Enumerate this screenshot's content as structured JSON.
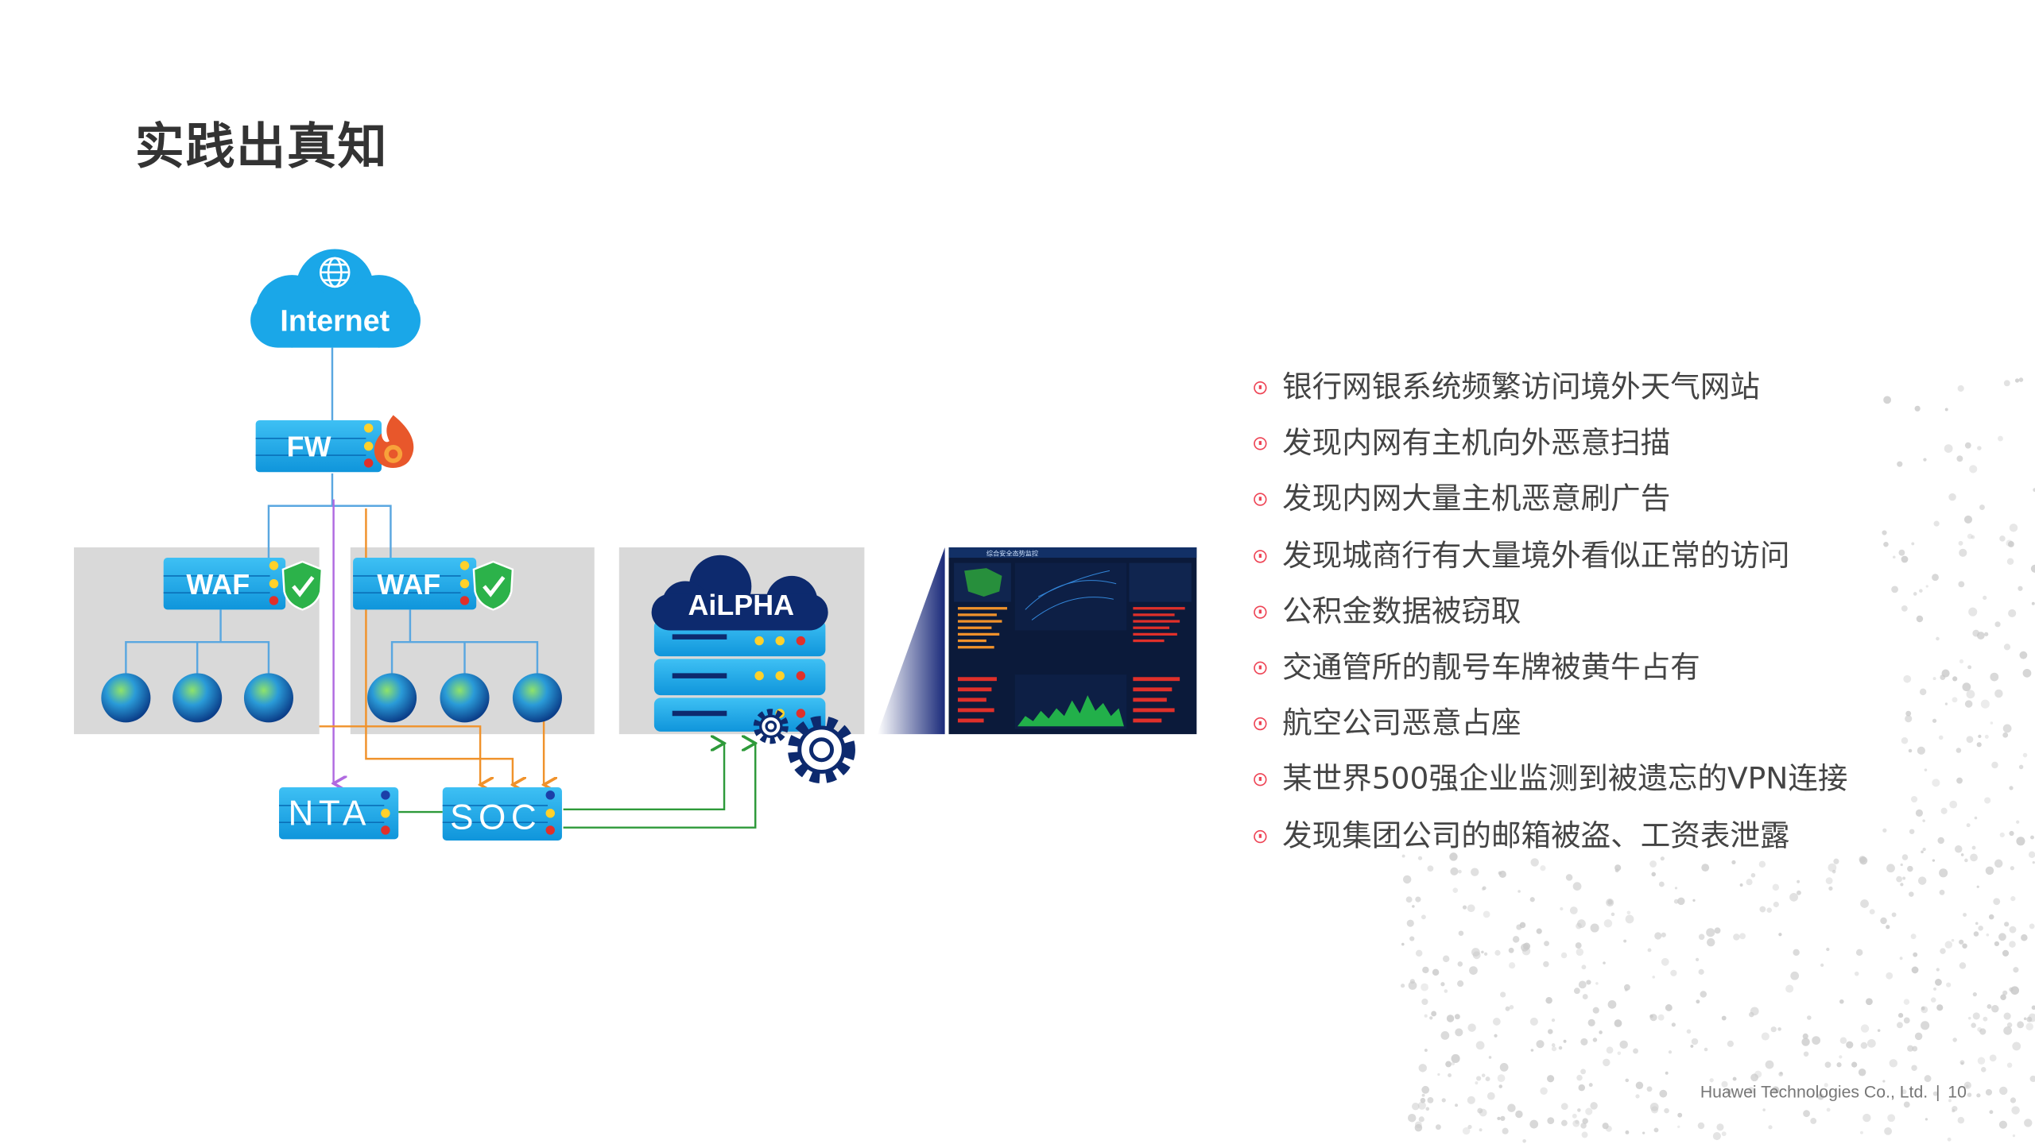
{
  "page": {
    "title": "实践出真知",
    "footer_company": "Huawei Technologies Co., Ltd.",
    "footer_sep": "|",
    "page_number": "10"
  },
  "diagram": {
    "internet_label": "Internet",
    "fw_label": "FW",
    "waf_label": "WAF",
    "nta_label": "NTA",
    "soc_label": "SOC",
    "ailpha_label": "AiLPHA",
    "dashboard_title": "综合安全态势监控"
  },
  "bullets": [
    "银行网银系统频繁访问境外天气网站",
    "发现内网有主机向外恶意扫描",
    "发现内网大量主机恶意刷广告",
    "发现城商行有大量境外看似正常的访问",
    "公积金数据被窃取",
    "交通管所的靓号车牌被黄牛占有",
    "航空公司恶意占座",
    "某世界500强企业监测到被遗忘的VPN连接",
    "发现集团公司的邮箱被盗、工资表泄露"
  ],
  "colors": {
    "device_blue": "#1aa7e8",
    "device_blue_dark": "#0a6fb8",
    "panel_gray": "#d9d9d9",
    "link_orange": "#f0922b",
    "link_purple": "#b06ae0",
    "link_green": "#2e9a3a",
    "ailpha_navy": "#0d2a6e",
    "bullet_red": "#e44455"
  }
}
